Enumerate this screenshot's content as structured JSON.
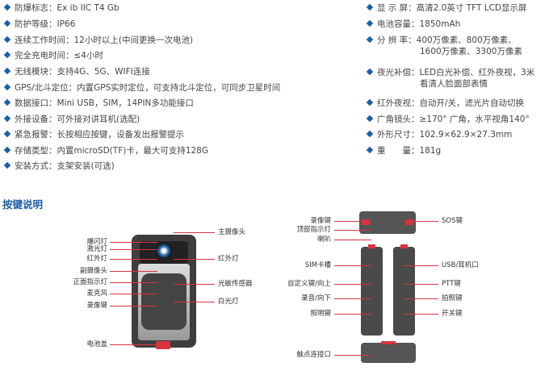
{
  "specs_left": [
    "防爆标志：Ex ib IIC T4 Gb",
    "防护等级：IP66",
    "连续工作时间：12小时以上(中间更换一次电池)",
    "完全充电时间：≤4小时",
    "无线模块：支持4G、5G、WIFI连接",
    "GPS/北斗定位：内置GPS实时定位，可支持北斗定位，可同步卫星时间",
    "数据接口：Mini USB，SIM，14PIN多功能接口",
    "外接设备：可外接对讲耳机(选配)",
    "紧急报警：长按相应按键，设备发出报警提示",
    "存储类型：内置microSD(TF)卡，最大可支持128G",
    "安装方式：支架安装(可选)"
  ],
  "specs_right": [
    {
      "text": "显 示 屏：高清2.0英寸 TFT LCD显示屏"
    },
    {
      "text": "电池容量：1850mAh"
    },
    {
      "text": "分 辨 率：400万像素、800万像素、",
      "cont": "1600万像素、3300万像素"
    },
    {
      "text": "夜光补偿：LED白光补偿、红外夜视，3米",
      "cont": "看清人脸面部表情"
    },
    {
      "text": "红外夜视：自动开/关，滤光片自动切换"
    },
    {
      "text": "广角镜头：≥170° 广角，水平视角140°"
    },
    {
      "text": "外形尺寸：102.9×62.9×27.3mm"
    },
    {
      "text": "重　　量：181g"
    }
  ],
  "section_title": "按键说明",
  "front_left": [
    "爆闪灯",
    "激光灯",
    "红外灯",
    "副摄像头",
    "正面指示灯",
    "麦克风",
    "录像键",
    "电池盖"
  ],
  "front_right": [
    "主摄像头",
    "红外灯",
    "光敏传感器",
    "白光灯"
  ],
  "side_left": [
    "录像键",
    "顶部指示灯",
    "喇叭",
    "SIM卡槽",
    "自定义键/向上",
    "录音/向下",
    "照明键",
    "触点连接口"
  ],
  "side_right": [
    "SOS键",
    "USB/耳机口",
    "PTT键",
    "拍照键",
    "开关键"
  ],
  "colors": {
    "accent": "#1a5fa8",
    "leader": "#d9333f",
    "device": "#444444"
  }
}
